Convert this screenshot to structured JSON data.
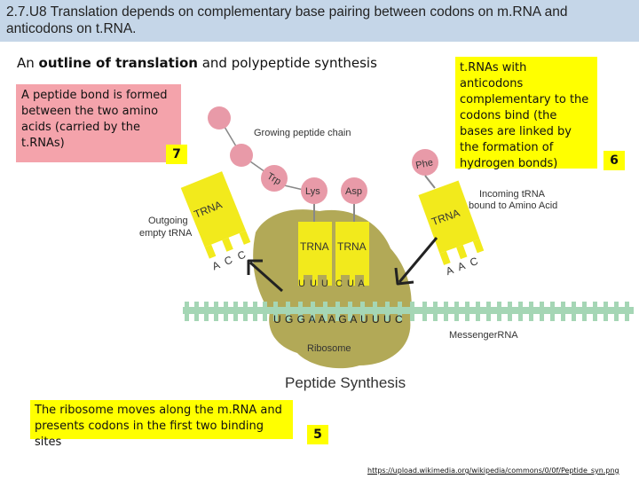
{
  "header": {
    "title": "2.7.U8 Translation depends on complementary base pairing between codons on m.RNA and anticodons on t.RNA."
  },
  "subtitle": {
    "prefix": "An ",
    "bold": "outline of translation",
    "suffix": " and polypeptide synthesis"
  },
  "notes": {
    "peptide_bond": "A peptide bond is formed between the two amino acids (carried by the t.RNAs)",
    "trna_anticodons": "t.RNAs with anticodons complementary to the codons bind (the bases are linked by the formation of hydrogen bonds)",
    "ribosome_moves": "The ribosome moves along the m.RNA and presents codons in the first two binding sites"
  },
  "numbers": {
    "n7": "7",
    "n6": "6",
    "n5": "5"
  },
  "diagram": {
    "growing_chain": "Growing peptide chain",
    "outgoing": [
      "Outgoing",
      "empty tRNA"
    ],
    "incoming": [
      "Incoming tRNA",
      "bound to Amino Acid"
    ],
    "messenger": "MessengerRNA",
    "ribosome": "Ribosome",
    "caption": "Peptide Synthesis",
    "amino_acids": [
      "Trp",
      "Lys",
      "Asp",
      "Phe"
    ],
    "trna_label": "TRNA",
    "left_anticodon": "A C C",
    "center_anticodons": [
      "U U U",
      "C U A"
    ],
    "right_anticodon": "A A C",
    "mrna_sequence": "U G G A A A G A U U U C"
  },
  "credit": "https://upload.wikimedia.org/wikipedia/commons/0/0f/Peptide_syn.png",
  "colors": {
    "header_bg": "#c5d6e8",
    "note_yellow": "#ffff00",
    "note_pink": "#f4a3ab",
    "amino_pink": "#e89aa8",
    "trna_yellow": "#f2ea1c",
    "ribosome": "#a59a3a",
    "mrna_green": "#a5d6b5"
  }
}
